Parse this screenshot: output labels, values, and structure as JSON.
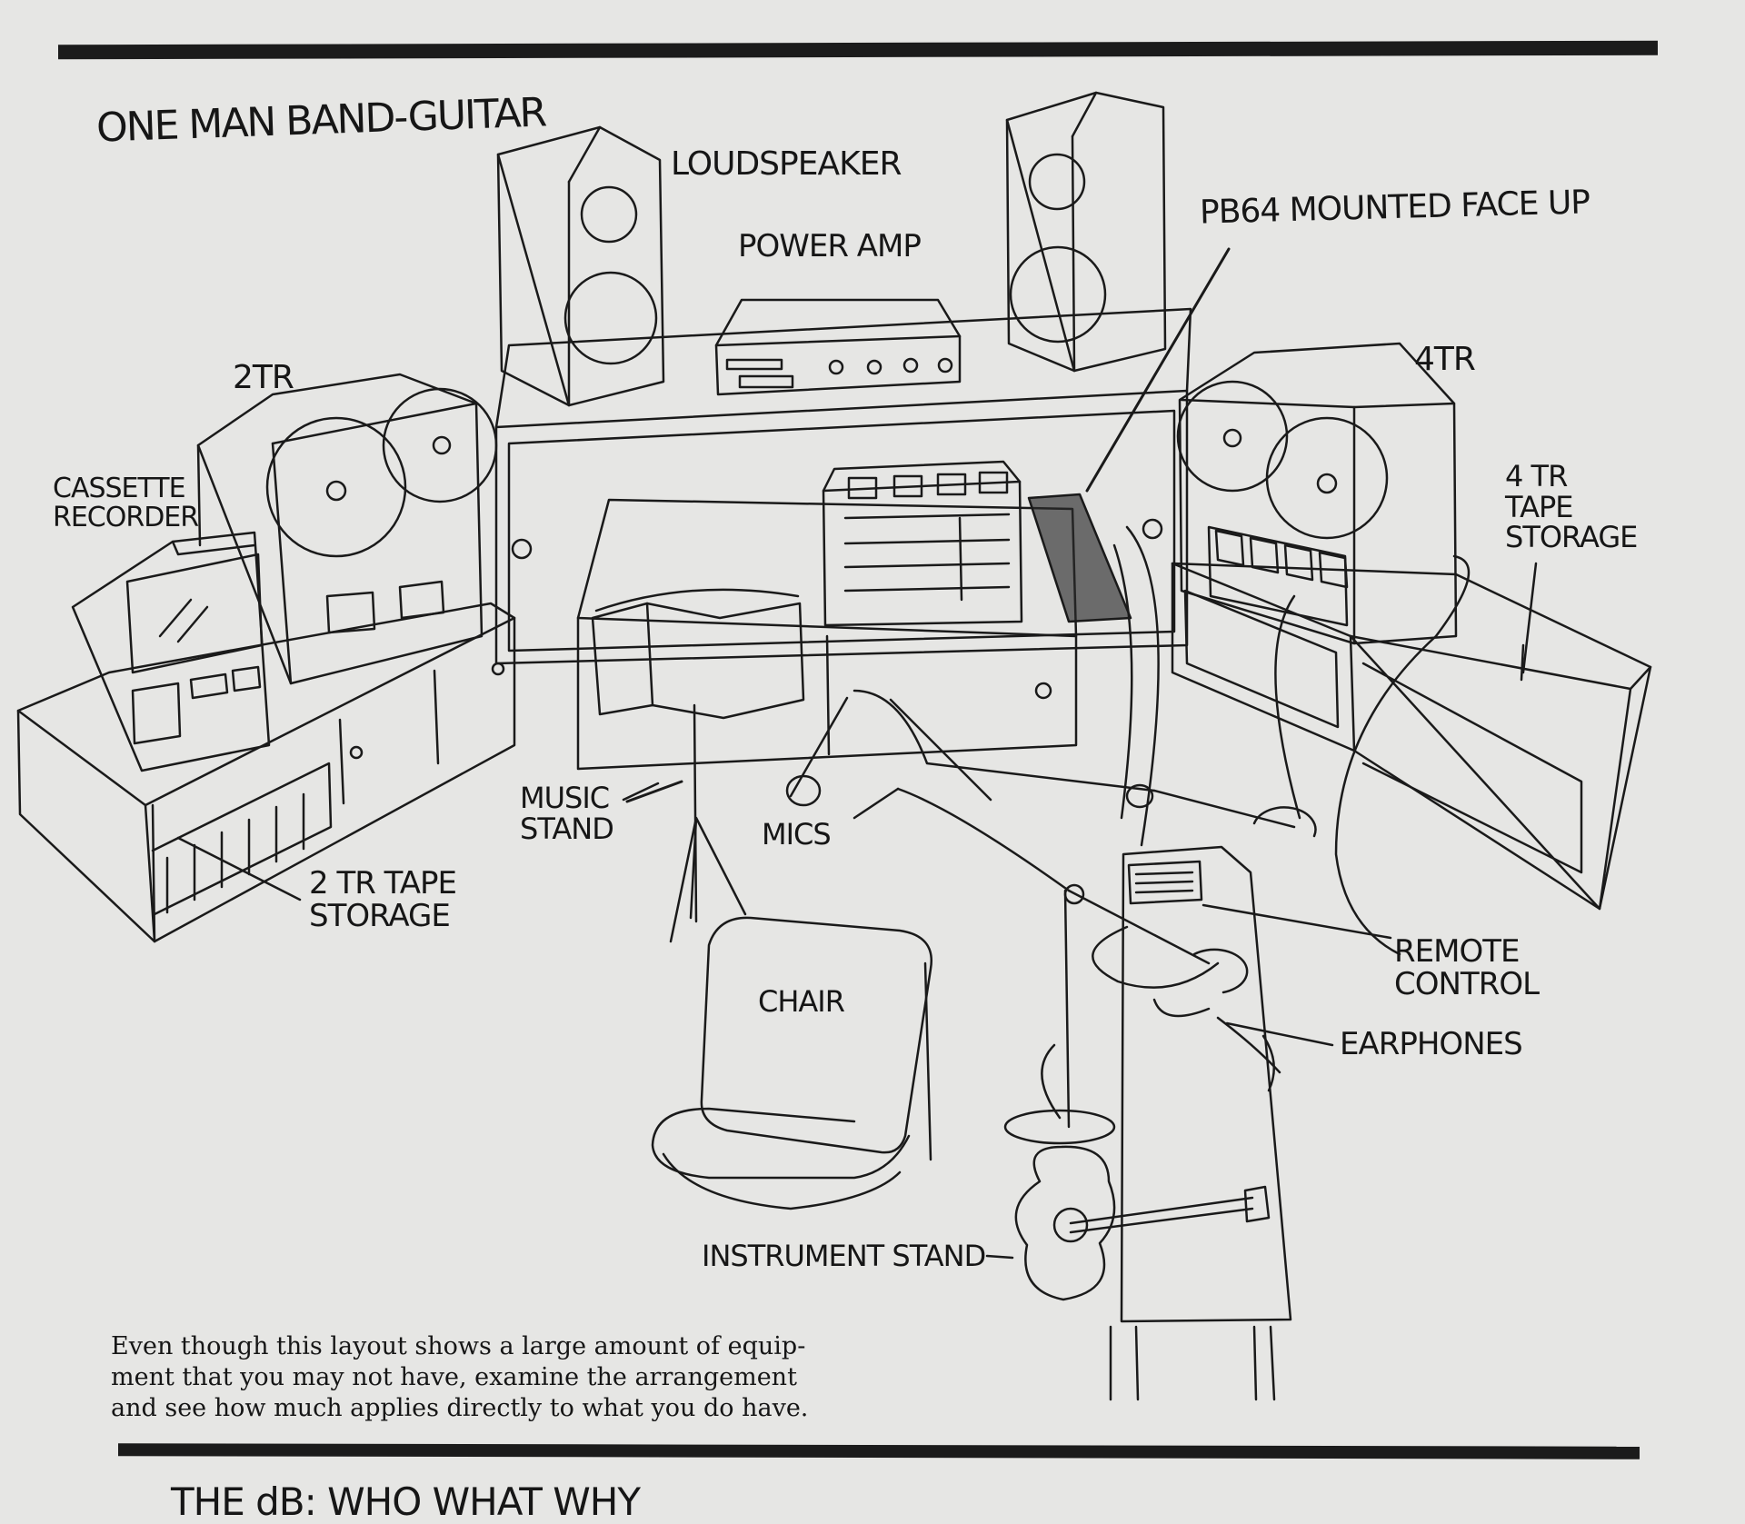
{
  "title": "ONE MAN BAND-GUITAR",
  "labels": {
    "loudspeaker": "LOUDSPEAKER",
    "power_amp": "POWER AMP",
    "pb64": "PB64 MOUNTED FACE UP",
    "two_tr": "2TR",
    "four_tr": "4TR",
    "cassette_recorder": "CASSETTE\nRECORDER",
    "four_tr_tape_storage": "4 TR\nTAPE\nSTORAGE",
    "music_stand": "MUSIC\nSTAND",
    "mics": "MICS",
    "two_tr_tape_storage": "2 TR TAPE\nSTORAGE",
    "chair": "CHAIR",
    "remote_control": "REMOTE\nCONTROL",
    "earphones": "EARPHONES",
    "instrument_stand": "INSTRUMENT STAND"
  },
  "caption": "Even though this layout shows a large amount of equip-\nment that you may not have, examine the arrangement\nand see how much applies directly to what you do have.",
  "next_heading": "THE dB: WHO WHAT WHY"
}
